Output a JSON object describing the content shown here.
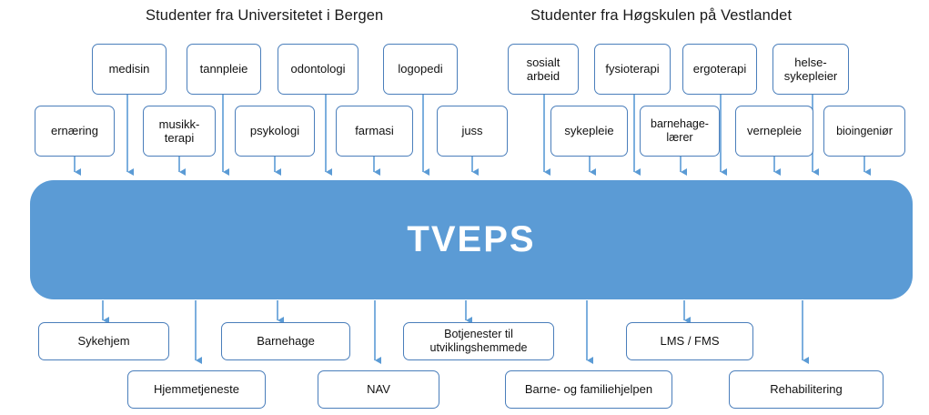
{
  "diagram": {
    "title": "TVEPS",
    "headers": [
      {
        "id": "uib",
        "text": "Studenter fra Universitetet i Bergen"
      },
      {
        "id": "hvl",
        "text": "Studenter fra Høgskulen på Vestlandet"
      }
    ],
    "center": {
      "label": "TVEPS",
      "fill_color": "#5B9BD5",
      "text_color": "#FFFFFF"
    },
    "colors": {
      "box_border": "#4A7EBB",
      "box_fill": "#FFFFFF",
      "arrow": "#5B9BD5",
      "text": "#111111"
    },
    "students_row_top": [
      {
        "label": "medisin"
      },
      {
        "label": "tannpleie"
      },
      {
        "label": "odontologi"
      },
      {
        "label": "logopedi"
      },
      {
        "label": "sosialt arbeid"
      },
      {
        "label": "fysioterapi"
      },
      {
        "label": "ergoterapi"
      },
      {
        "label": "helse-sykepleier"
      }
    ],
    "students_row_bottom": [
      {
        "label": "ernæring"
      },
      {
        "label": "musikk-terapi"
      },
      {
        "label": "psykologi"
      },
      {
        "label": "farmasi"
      },
      {
        "label": "juss"
      },
      {
        "label": "sykepleie"
      },
      {
        "label": "barnehage-lærer"
      },
      {
        "label": "vernepleie"
      },
      {
        "label": "bioingeniør"
      }
    ],
    "services_row_upper": [
      {
        "label": "Sykehjem"
      },
      {
        "label": "Barnehage"
      },
      {
        "label": "Botjenester til utviklingshemmede"
      },
      {
        "label": "LMS / FMS"
      }
    ],
    "services_row_lower": [
      {
        "label": "Hjemmetjeneste"
      },
      {
        "label": "NAV"
      },
      {
        "label": "Barne- og familiehjelpen"
      },
      {
        "label": "Rehabilitering"
      }
    ]
  }
}
